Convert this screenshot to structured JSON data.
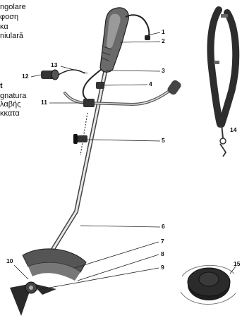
{
  "left_text": [
    {
      "text": "ngolare",
      "bold": false
    },
    {
      "text": "φοση",
      "bold": false
    },
    {
      "text": "κα",
      "bold": false
    },
    {
      "text": "niulară",
      "bold": false
    },
    {
      "text": "t",
      "bold": true
    },
    {
      "text": "gnatura",
      "bold": false
    },
    {
      "text": "λαβής",
      "bold": false
    },
    {
      "text": "κκατα",
      "bold": false
    }
  ],
  "callouts": [
    "1",
    "2",
    "3",
    "4",
    "5",
    "6",
    "7",
    "8",
    "9",
    "10",
    "11",
    "12",
    "13",
    "14",
    "15"
  ]
}
